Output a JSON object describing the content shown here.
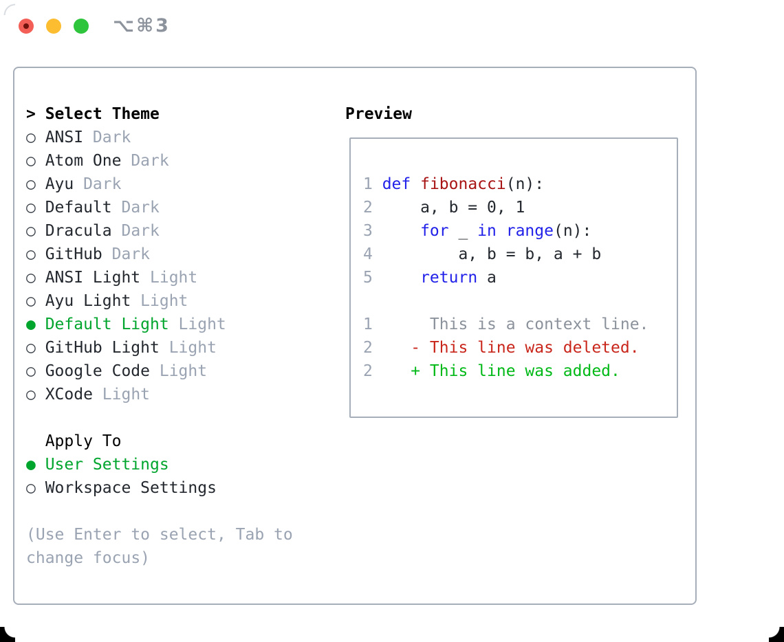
{
  "window": {
    "title": "⌥⌘3",
    "traffic_lights": [
      {
        "name": "close-button"
      },
      {
        "name": "minimize-button"
      },
      {
        "name": "zoom-button"
      }
    ]
  },
  "theme_panel": {
    "header": {
      "prefix": ">",
      "label": "Select Theme"
    },
    "markers": {
      "selected": "●",
      "unselected": "○"
    },
    "themes": [
      {
        "name": "ANSI",
        "variant": "Dark",
        "selected": false
      },
      {
        "name": "Atom One",
        "variant": "Dark",
        "selected": false
      },
      {
        "name": "Ayu",
        "variant": "Dark",
        "selected": false
      },
      {
        "name": "Default",
        "variant": "Dark",
        "selected": false
      },
      {
        "name": "Dracula",
        "variant": "Dark",
        "selected": false
      },
      {
        "name": "GitHub",
        "variant": "Dark",
        "selected": false
      },
      {
        "name": "ANSI Light",
        "variant": "Light",
        "selected": false
      },
      {
        "name": "Ayu Light",
        "variant": "Light",
        "selected": false
      },
      {
        "name": "Default Light",
        "variant": "Light",
        "selected": true
      },
      {
        "name": "GitHub Light",
        "variant": "Light",
        "selected": false
      },
      {
        "name": "Google Code",
        "variant": "Light",
        "selected": false
      },
      {
        "name": "XCode",
        "variant": "Light",
        "selected": false
      }
    ],
    "apply_to": {
      "label": "Apply To",
      "options": [
        {
          "name": "User Settings",
          "selected": true
        },
        {
          "name": "Workspace Settings",
          "selected": false
        }
      ]
    },
    "hint_lines": [
      "(Use Enter to select, Tab to",
      "change focus)"
    ]
  },
  "preview": {
    "title": "Preview",
    "lines": [
      {
        "num": "1",
        "tokens": [
          [
            "kw",
            "def"
          ],
          [
            "pl",
            " "
          ],
          [
            "fn",
            "fibonacci"
          ],
          [
            "pl",
            "(n):"
          ]
        ]
      },
      {
        "num": "2",
        "tokens": [
          [
            "pl",
            "    a, b = 0, 1"
          ]
        ]
      },
      {
        "num": "3",
        "tokens": [
          [
            "pl",
            "    "
          ],
          [
            "kw",
            "for"
          ],
          [
            "pl",
            " _ "
          ],
          [
            "kw",
            "in"
          ],
          [
            "pl",
            " "
          ],
          [
            "kw",
            "range"
          ],
          [
            "pl",
            "(n):"
          ]
        ]
      },
      {
        "num": "4",
        "tokens": [
          [
            "pl",
            "        a, b = b, a + b"
          ]
        ]
      },
      {
        "num": "5",
        "tokens": [
          [
            "pl",
            "    "
          ],
          [
            "kw",
            "return"
          ],
          [
            "pl",
            " a"
          ]
        ]
      },
      {
        "num": "",
        "tokens": []
      },
      {
        "num": "1",
        "tokens": [
          [
            "ctx",
            "     This is a context line."
          ]
        ]
      },
      {
        "num": "2",
        "tokens": [
          [
            "del",
            "   - This line was deleted."
          ]
        ]
      },
      {
        "num": "2",
        "tokens": [
          [
            "add",
            "   + This line was added."
          ]
        ]
      }
    ]
  },
  "colors": {
    "accent_green": "#00a52e",
    "added_green": "#00b917",
    "deleted_red": "#c9261b",
    "function_red": "#a81414",
    "keyword_blue": "#2121e9",
    "text": "#23272e",
    "heading": "#000000",
    "muted": "#9aa3b2",
    "linenum": "#9aa3b2",
    "context": "#8b929b",
    "marker": "#3c434b",
    "border": "#a6aeb9",
    "title_gray": "#8d939c",
    "tl_red": "#f35f56",
    "tl_red_dot": "#71120d",
    "tl_yellow": "#fcbd30",
    "tl_green": "#2ec53d"
  }
}
